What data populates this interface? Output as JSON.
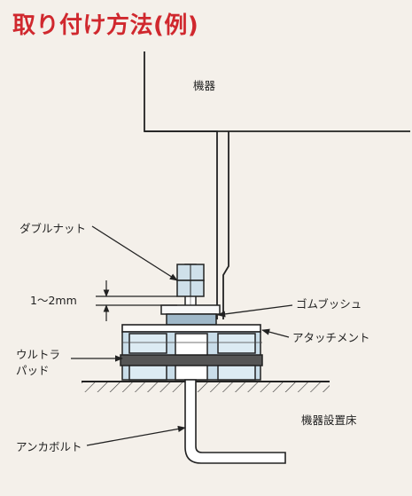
{
  "title": "取り付け方法(例)",
  "labels": {
    "device": "機器",
    "double_nut": "ダブルナット",
    "gap": "1～2mm",
    "rubber_bush": "ゴムブッシュ",
    "ultra_pad_line1": "ウルトラ",
    "ultra_pad_line2": "パッド",
    "attachment": "アタッチメント",
    "floor": "機器設置床",
    "anchor_bolt": "アンカボルト"
  },
  "colors": {
    "title": "#d0282e",
    "background": "#f4f0ea",
    "line": "#222222",
    "pad_fill": "#c9dde9",
    "dark_bar": "#555555"
  }
}
